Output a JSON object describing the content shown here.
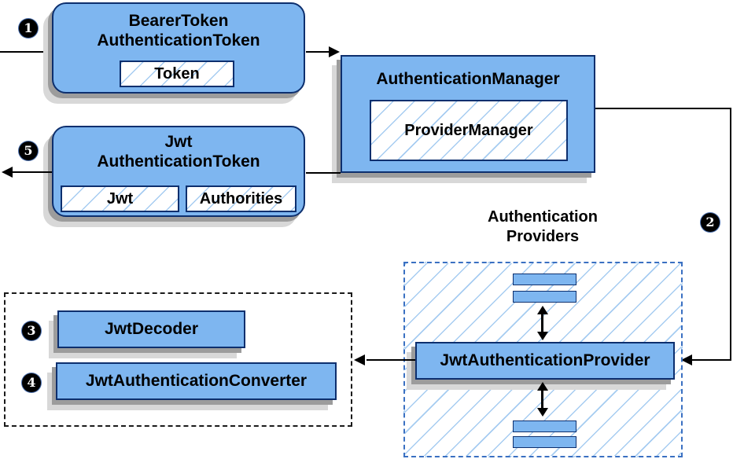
{
  "colors": {
    "node_fill": "#7EB6F0",
    "node_border": "#0D2F6E",
    "hatch_line": "#A6CCF1",
    "providers_dash_border": "#3A70C2",
    "components_dash_border": "#1A1A1A",
    "shadow_dark": "#9C9C9C",
    "shadow_light": "#D8D8D8",
    "flow_line": "#000000",
    "badge_bg": "#000000",
    "badge_text": "#FFFFFF"
  },
  "badges": {
    "step1": "1",
    "step2": "2",
    "step3": "3",
    "step4": "4",
    "step5": "5"
  },
  "nodes": {
    "bearer_token": {
      "title_line1": "BearerToken",
      "title_line2": "AuthenticationToken",
      "field": "Token"
    },
    "authentication_manager": {
      "title": "AuthenticationManager",
      "field": "ProviderManager"
    },
    "jwt_authentication_token": {
      "title_line1": "Jwt",
      "title_line2": "AuthenticationToken",
      "fields": [
        "Jwt",
        "Authorities"
      ]
    },
    "authentication_providers": {
      "label_line1": "Authentication",
      "label_line2": "Providers",
      "provider": "JwtAuthenticationProvider"
    },
    "jwt_components": {
      "decoder": "JwtDecoder",
      "converter": "JwtAuthenticationConverter"
    }
  }
}
